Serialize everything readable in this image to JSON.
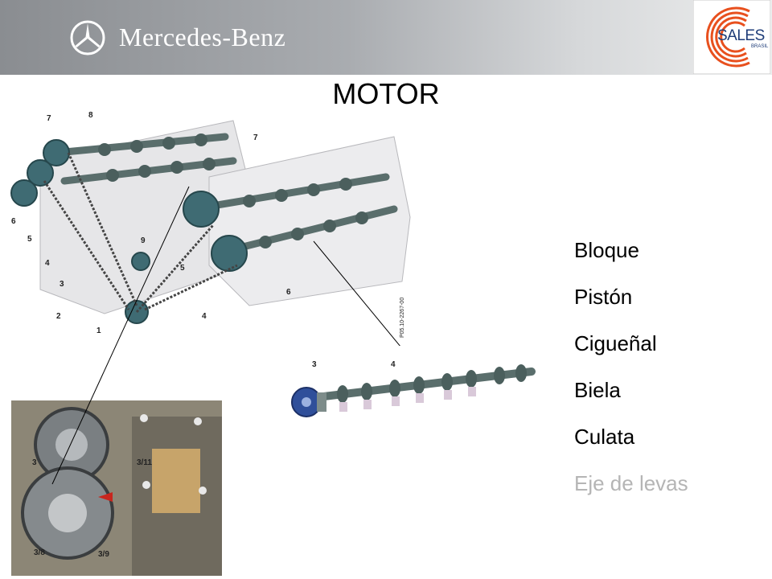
{
  "header": {
    "brand": "Mercedes-Benz",
    "partner_logo": "SALES",
    "partner_logo_sub": "BRASIL"
  },
  "title": "MOTOR",
  "topics": [
    {
      "label": "Bloque",
      "dimmed": false
    },
    {
      "label": "Pistón",
      "dimmed": false
    },
    {
      "label": "Cigueñal",
      "dimmed": false
    },
    {
      "label": "Biela",
      "dimmed": false
    },
    {
      "label": "Culata",
      "dimmed": false
    },
    {
      "label": "Eje de levas",
      "dimmed": true
    }
  ],
  "figures": {
    "engine_callouts": [
      "7",
      "8",
      "7",
      "6",
      "5",
      "4",
      "3",
      "2",
      "1",
      "9",
      "5",
      "4",
      "6"
    ],
    "engine_code": "P05.10-2267-00",
    "camshaft_callouts": [
      "3",
      "4"
    ],
    "gear_callouts": [
      "3",
      "3/11",
      "3/8",
      "3/9"
    ]
  },
  "colors": {
    "header_dark": "#8a8d91",
    "header_light": "#eceded",
    "logo_orange": "#e8501e",
    "logo_navy": "#1e3c78",
    "dimmed_text": "#b5b5b5"
  }
}
